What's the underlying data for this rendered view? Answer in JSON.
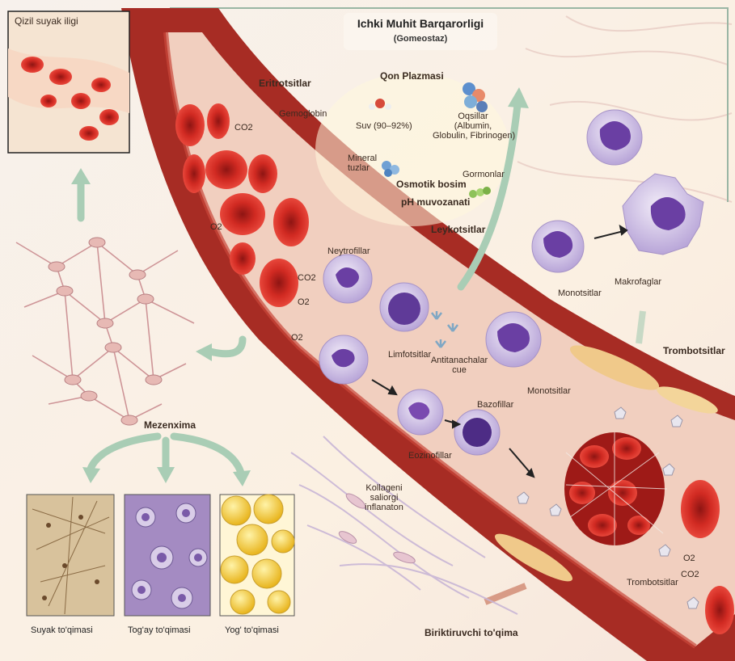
{
  "title": "Ichki Muhit Barqarorligi",
  "subtitle": "(Gomeostaz)",
  "labels": {
    "bone_marrow": "Qizil suyak iligi",
    "erythrocytes": "Eritrotsitlar",
    "hemoglobin": "Gemoglobin",
    "co2_a": "CO2",
    "o2_a": "O2",
    "co2_b": "CO2",
    "o2_b": "O2",
    "o2_c": "O2",
    "plasma": "Qon Plazmasi",
    "water": "Suv (90–92%)",
    "proteins": "Oqsillar\n(Albumin,\nGlobulin, Fibrinogen)",
    "minerals": "Mineral\ntuzlar",
    "osmotic": "Osmotik bosim",
    "ph": "pH muvozanati",
    "hormones": "Gormonlar",
    "leukocytes": "Leykotsitlar",
    "neutrophils": "Neytrofillar",
    "lymphocytes": "Limfotsitlar",
    "antibodies": "Antitanachalar\ncue",
    "monocytes_a": "Monotsitlar",
    "monocytes_b": "Monotsitlar",
    "macrophages": "Makrofaglar",
    "thrombocytes_a": "Trombotsitlar",
    "thrombocytes_b": "Trombotsitlar",
    "eosinophils": "Eozinofillar",
    "basophils": "Bazofillar",
    "collagen": "Kollageni\nsaliorgi\ninflanaton",
    "mesenchyme": "Mezenxima",
    "bone_tissue": "Suyak to'qimasi",
    "cartilage": "Tog'ay to'qimasi",
    "fat_tissue": "Yog' to'qimasi",
    "connective": "Biriktiruvchi to'qima",
    "o2_d": "O2",
    "co2_d": "CO2"
  },
  "colors": {
    "vessel_wall": "#b3362c",
    "vessel_inner": "#e9b6a4",
    "rbc": "#c9221e",
    "wbc": "#c9b8e6",
    "nucleus": "#6a3fa3",
    "arrow": "#a9cdb5",
    "cartilage_bg": "#a48bc2",
    "fat": "#f2cf3c",
    "bone_bg": "#d8c29c"
  }
}
